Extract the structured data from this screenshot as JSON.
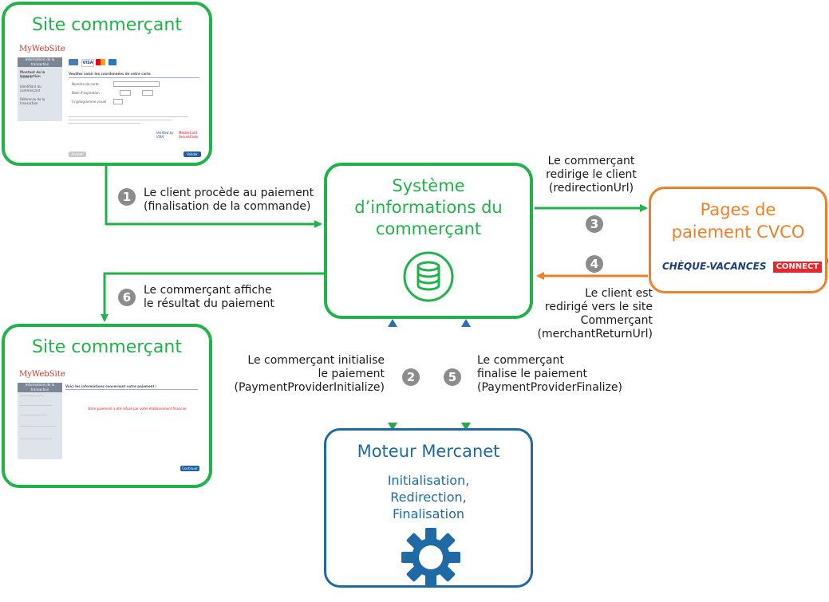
{
  "merchant_site_top": {
    "title": "Site commerçant",
    "screenshot": {
      "logo": "MyWebSite",
      "side_header": "Informations de la transaction",
      "side_lines": [
        "Montant de la transaction",
        "10,00 €",
        "Identifiant du commerçant",
        "Référence de la transaction"
      ],
      "form_heading": "Veuillez saisir les coordonnées de votre carte",
      "fields": [
        "Numéro de carte",
        "Date d'expiration",
        "Cryptogramme visuel"
      ],
      "card_brands": [
        "CB",
        "VISA",
        "MC",
        "AMEX"
      ],
      "secure_badges": [
        "Verified by VISA",
        "MasterCard SecureCode"
      ],
      "cancel_label": "Annuler",
      "validate_label": "Valider"
    }
  },
  "merchant_site_bottom": {
    "title": "Site commerçant",
    "screenshot": {
      "logo": "MyWebSite",
      "side_header": "Informations de la transaction",
      "heading": "Voici les informations concernant votre paiement :",
      "message": "Votre paiement a été refusé par votre établissement financier",
      "continue_label": "Continuer"
    }
  },
  "merchant_system": {
    "title_lines": [
      "Système",
      "d’informations du",
      "commerçant"
    ],
    "icon": "database-icon"
  },
  "cvco_pages": {
    "title_lines": [
      "Pages de",
      "paiement CVCO"
    ],
    "logo_text": "CHÈQUE-VACANCES",
    "logo_badge": "CONNECT"
  },
  "mercanet": {
    "title": "Moteur Mercanet",
    "steps": [
      "Initialisation,",
      "Redirection,",
      "Finalisation"
    ],
    "icon": "gear-icon"
  },
  "steps": [
    {
      "number": "1",
      "lines": [
        "Le client procède au paiement",
        "(finalisation de la commande)"
      ]
    },
    {
      "number": "2",
      "lines": [
        "Le commerçant initialise",
        "le paiement",
        "(PaymentProviderInitialize)"
      ]
    },
    {
      "number": "3",
      "lines": [
        "Le commerçant",
        "redirige le client",
        "(redirectionUrl)"
      ]
    },
    {
      "number": "4",
      "lines": [
        "Le  client est",
        "redirigé vers le site",
        "Commerçant",
        "(merchantReturnUrl)"
      ]
    },
    {
      "number": "5",
      "lines": [
        "Le commerçant",
        "finalise le paiement",
        "(PaymentProviderFinalize)"
      ]
    },
    {
      "number": "6",
      "lines": [
        "Le commerçant affiche",
        "le résultat du paiement"
      ]
    }
  ],
  "colors": {
    "green": "#22b24c",
    "orange": "#f07f2a",
    "blue": "#1f6aa5",
    "badge": "#8c8c8c"
  }
}
